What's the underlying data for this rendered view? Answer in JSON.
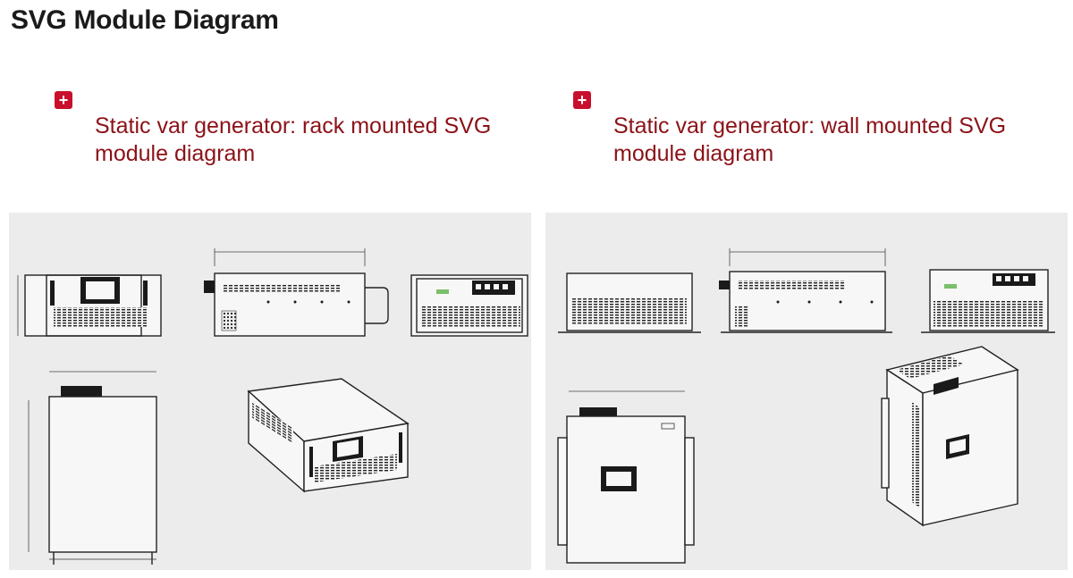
{
  "page": {
    "title": "SVG Module Diagram"
  },
  "sections": [
    {
      "icon": "plus-icon",
      "title": "Static var generator: rack mounted SVG module diagram"
    },
    {
      "icon": "plus-icon",
      "title": "Static var generator: wall mounted SVG module diagram"
    }
  ],
  "colors": {
    "accent": "#c8102e",
    "heading_red": "#8b1218",
    "panel_bg": "#ececec"
  }
}
